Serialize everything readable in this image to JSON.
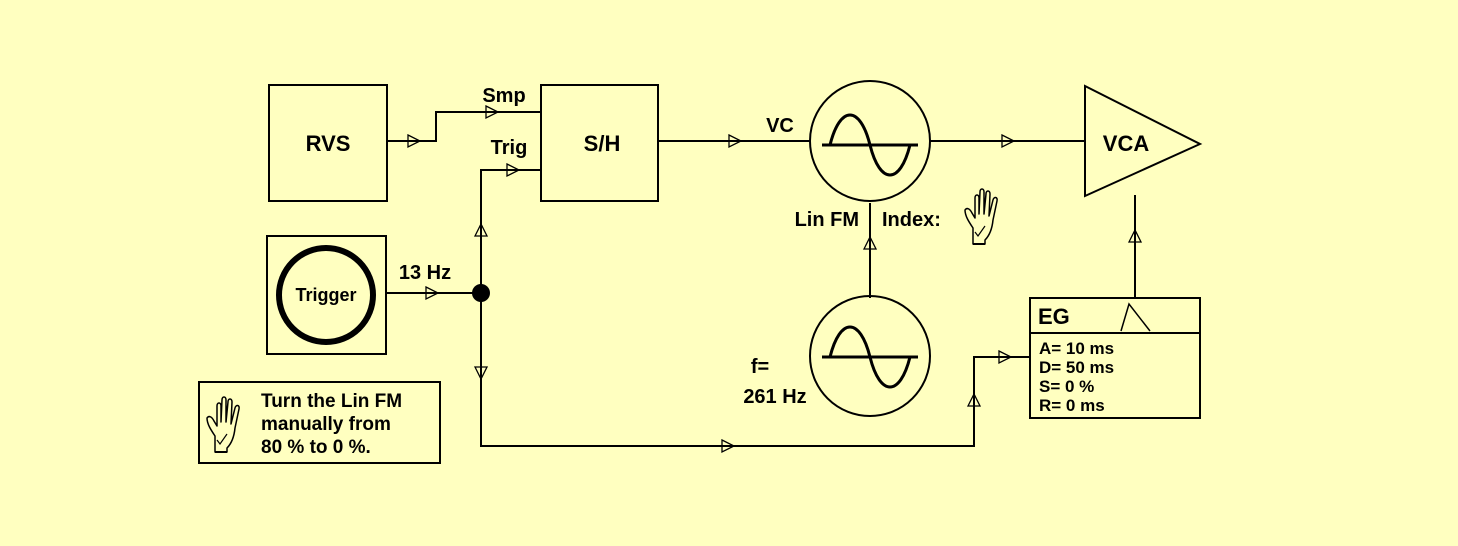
{
  "colors": {
    "background": "#FFFFC0",
    "ink": "#000000"
  },
  "blocks": {
    "rvs": {
      "label": "RVS"
    },
    "sample_hold": {
      "label": "S/H",
      "input_smp": "Smp",
      "input_trig": "Trig"
    },
    "trigger": {
      "label": "Trigger",
      "rate": "13 Hz"
    },
    "oscillator_main": {
      "input_vc": "VC",
      "input_fm": "Lin FM",
      "index_label": "Index:"
    },
    "oscillator_mod": {
      "freq_label": "f=",
      "freq_value": "261 Hz"
    },
    "vca": {
      "label": "VCA"
    },
    "envelope": {
      "label": "EG",
      "params": [
        "A= 10 ms",
        "D= 50 ms",
        "S= 0 %",
        "R= 0 ms"
      ]
    }
  },
  "note": {
    "lines": [
      "Turn the Lin FM",
      "manually from",
      "80 % to 0 %."
    ]
  },
  "icons": [
    "hand-icon",
    "sine-wave-icon",
    "envelope-shape-icon",
    "arrow-icon"
  ]
}
